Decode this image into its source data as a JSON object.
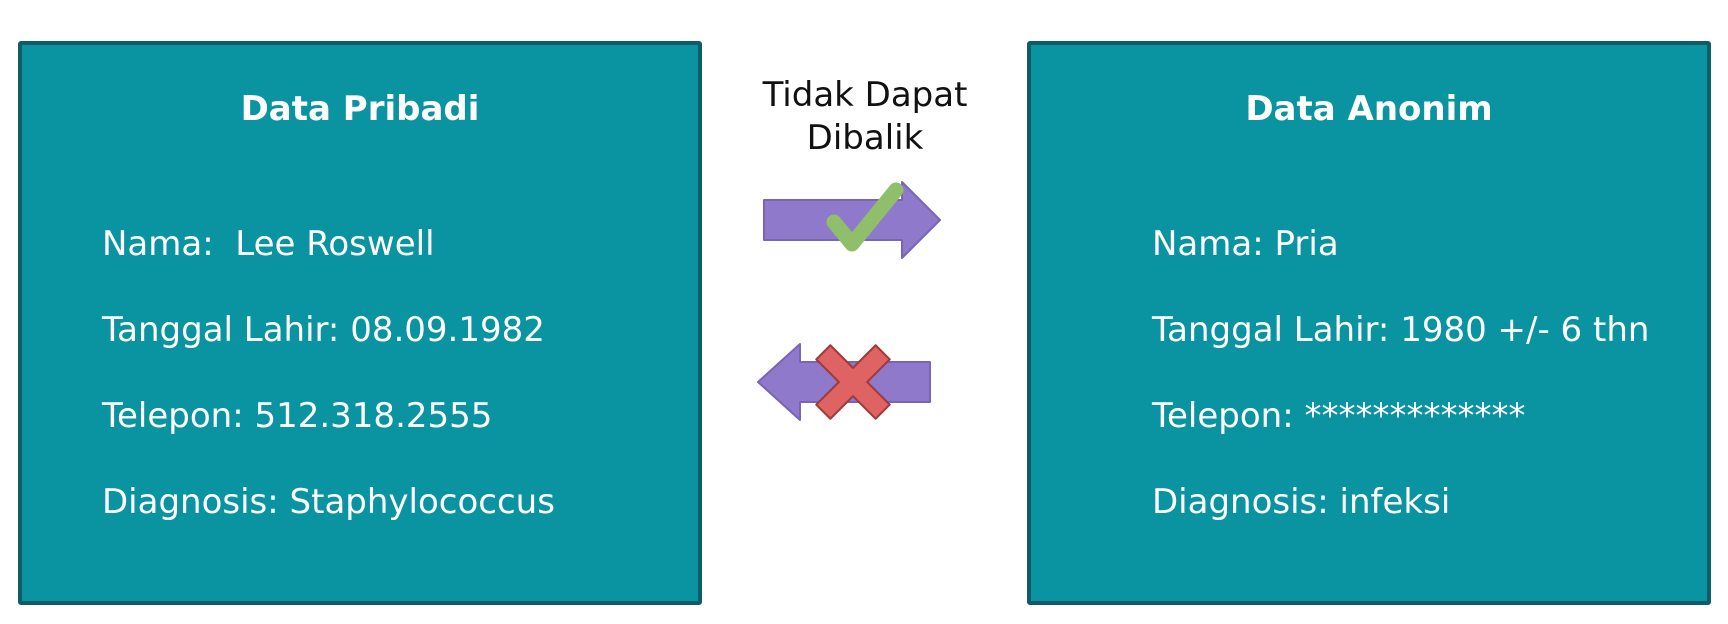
{
  "left_panel": {
    "title": "Data Pribadi",
    "fields": [
      "Nama:  Lee Roswell",
      "Tanggal Lahir: 08.09.1982",
      "Telepon: 512.318.2555",
      "Diagnosis: Staphylococcus"
    ]
  },
  "right_panel": {
    "title": "Data Anonim",
    "fields": [
      "Nama: Pria",
      "Tanggal Lahir: 1980 +/- 6 thn",
      "Telepon: *************",
      "Diagnosis: infeksi"
    ]
  },
  "middle": {
    "heading_line1": "Tidak Dapat",
    "heading_line2": "Dibalik",
    "forward_arrow_icon": "arrow-right-icon",
    "forward_status_icon": "checkmark-icon",
    "backward_arrow_icon": "arrow-left-icon",
    "backward_status_icon": "cross-icon"
  },
  "colors": {
    "panel_fill": "#0a94a1",
    "panel_border": "#0e5c68",
    "arrow": "#8f79cb",
    "check": "#8fbf6b",
    "cross": "#e06363"
  }
}
